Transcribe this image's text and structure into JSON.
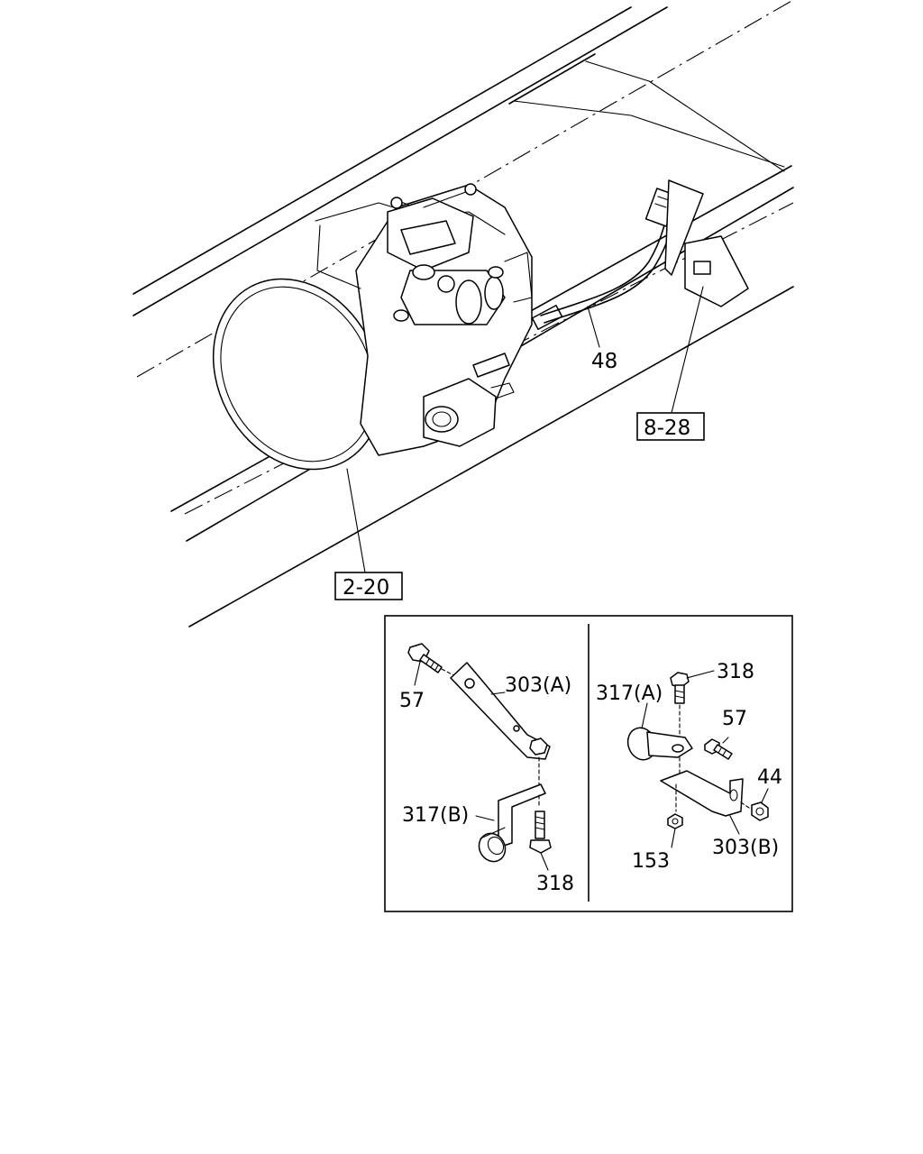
{
  "references": {
    "ref_2_20": "2-20",
    "ref_8_28": "8-28"
  },
  "main_callouts": {
    "hose": "48"
  },
  "detail_left": {
    "bolt": "57",
    "bracket": "303(A)",
    "clip": "317(B)",
    "screw": "318"
  },
  "detail_right": {
    "screw": "318",
    "clip": "317(A)",
    "bolt": "57",
    "nut": "44",
    "bracket": "303(B)",
    "washer": "153"
  }
}
